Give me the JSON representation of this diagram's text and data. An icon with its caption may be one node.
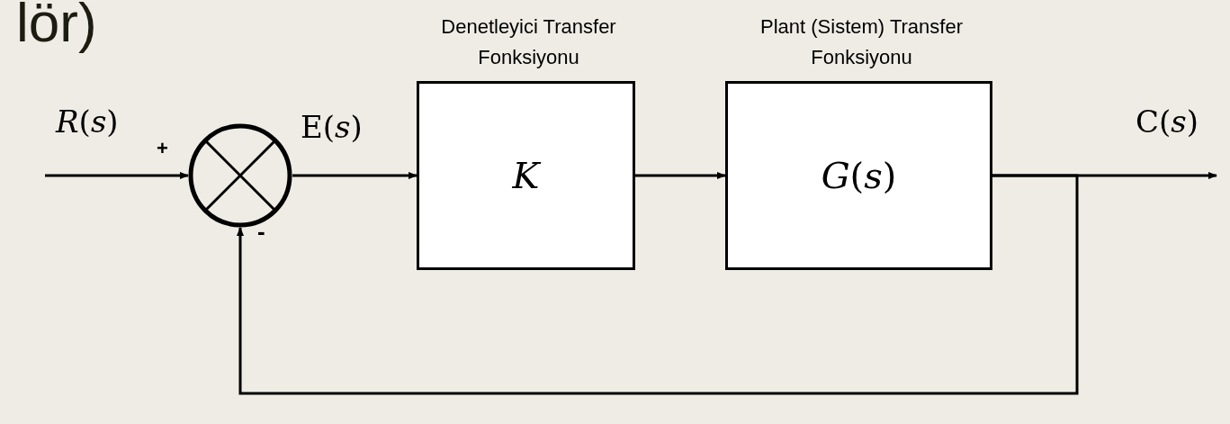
{
  "diagram": {
    "nodes": [
      {
        "text": [],
        "shape": "circle"
      },
      {
        "text": [
          "Denetleyici Transfer Fonksiyonu",
          "K"
        ]
      },
      {
        "text": [
          "Plant (Sistem) Transfer Fonksiyonu",
          "*G*(*s*)"
        ]
      }
    ],
    "edges": [
      {
        "from": null,
        "to": 0,
        "arrow": "to",
        "label": "*R*(*s*)"
      },
      {
        "from": 0,
        "to": 1,
        "arrow": "to",
        "label": "E(*s*)"
      },
      {
        "from": 1,
        "to": 2,
        "arrow": "to"
      },
      {
        "from": 2,
        "to": null,
        "arrow": "to",
        "label": "C(*s*)"
      },
      {
        "from": 2,
        "to": 0,
        "arrow": "to"
      }
    ],
    "labels": [
      "lör)",
      "+",
      "-"
    ]
  }
}
